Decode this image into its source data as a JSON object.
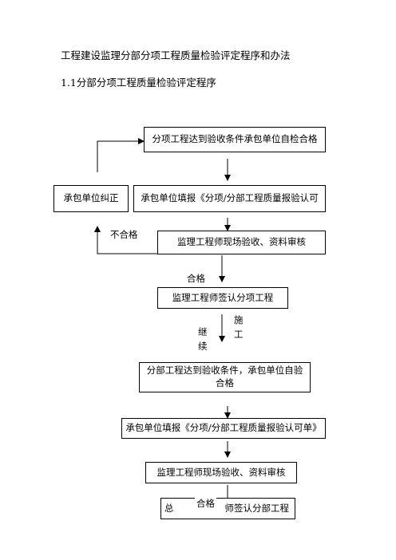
{
  "page": {
    "title": "工程建设监理分部分项工程质量检验评定程序和办法",
    "subtitle": "1.1分部分项工程质量检验评定程序"
  },
  "flow": {
    "box_top": "分项工程达到验收条件承包单位自检合格",
    "box_contractor_fix": "承包单位纠正",
    "box_fill_report": "承包单位填报《分项/分部工程质量报验认可",
    "box_inspect_1": "监理工程师现场验收、资料审核",
    "box_sign_item": "监理工程师签认分项工程",
    "box_division_line1": "分部工程达到验收条件，承包单位自验",
    "box_division_line2": "合格",
    "box_fill_form": "承包单位填报《分项/分部工程质量报验认可单》",
    "box_inspect_2": "监理工程师现场验收、资料审核",
    "box_chief_sign_a": "总",
    "box_chief_sign_b": "师签认分部工程",
    "label_fail": "不合格",
    "label_pass_1": "合格",
    "label_continue": "继续",
    "label_construction": "施工",
    "label_pass_2": "合格"
  }
}
